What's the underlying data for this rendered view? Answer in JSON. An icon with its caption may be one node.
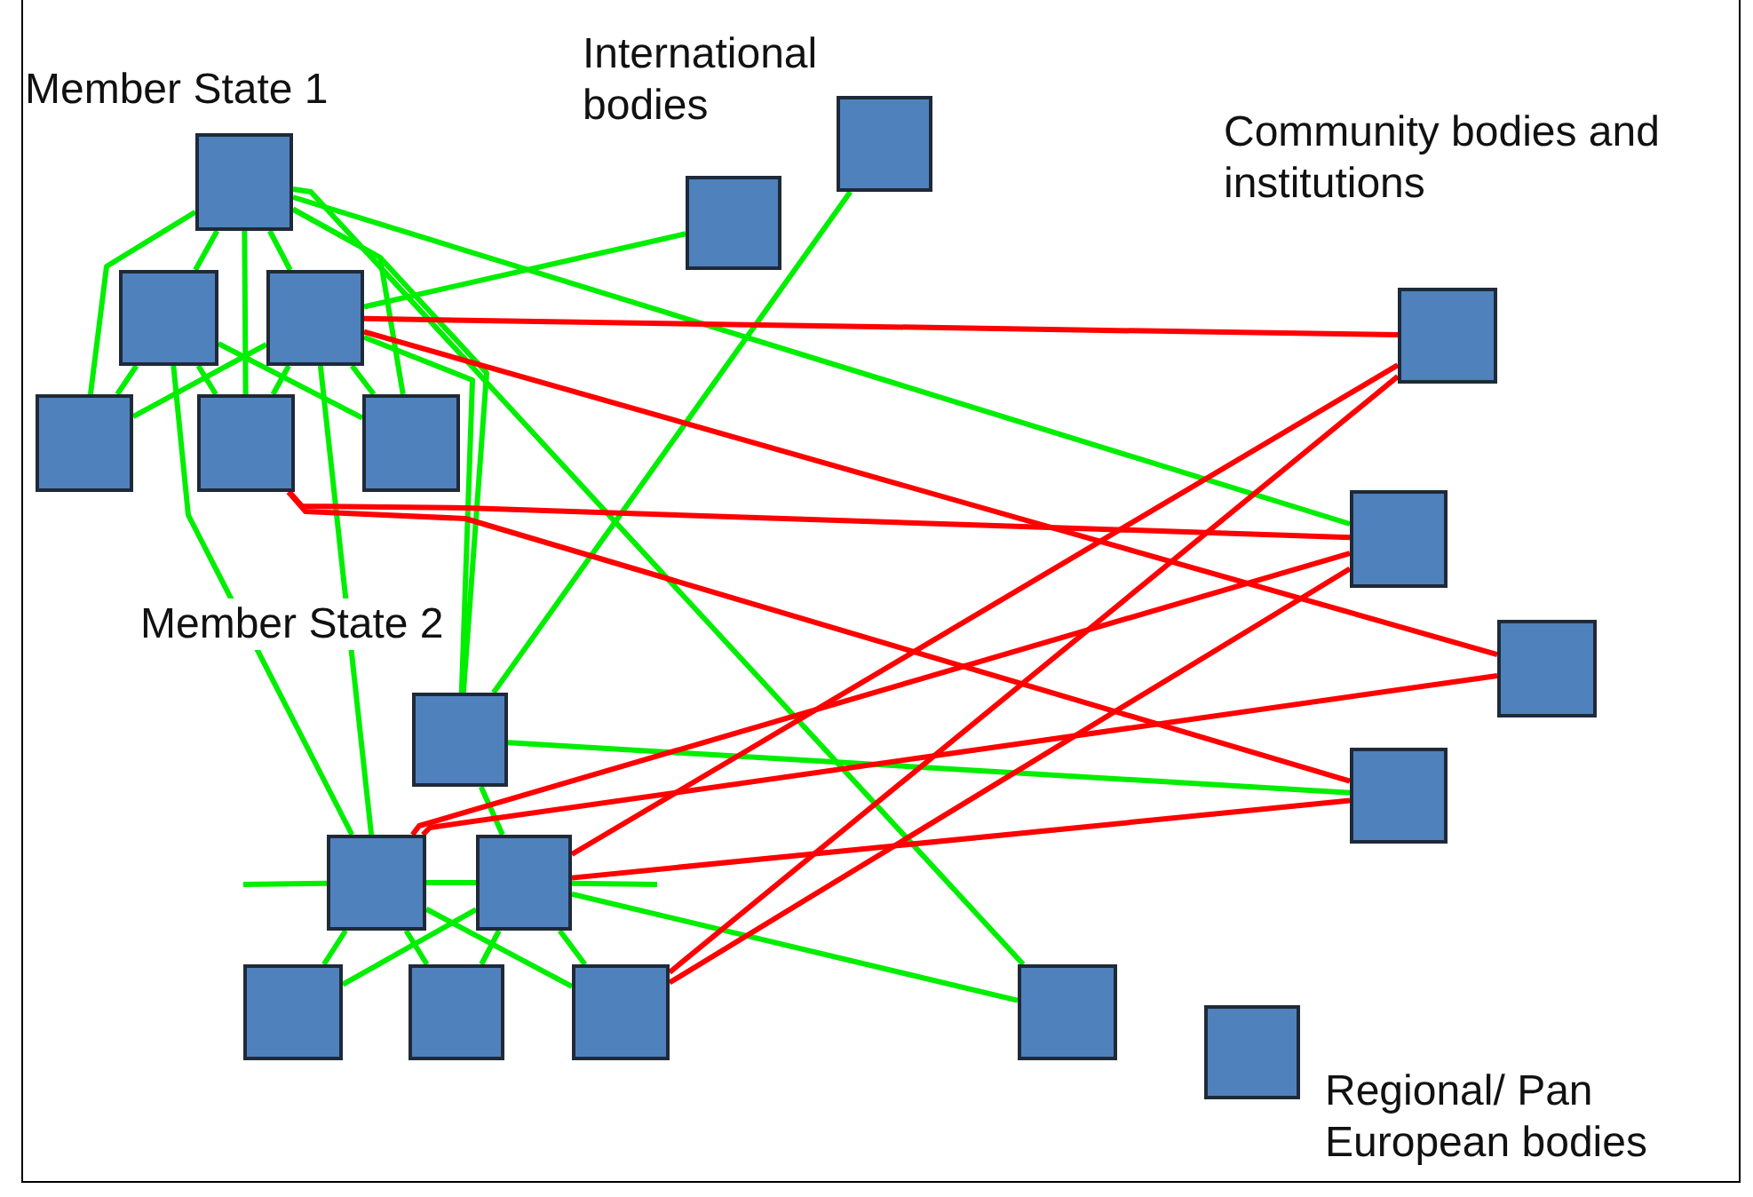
{
  "diagram": {
    "nodes": [
      {
        "text": [],
        "shape": "box"
      },
      {
        "text": [],
        "shape": "box"
      },
      {
        "text": [],
        "shape": "box"
      },
      {
        "text": [],
        "shape": "box"
      },
      {
        "text": [],
        "shape": "box"
      },
      {
        "text": [],
        "shape": "box"
      },
      {
        "text": [],
        "shape": "box"
      },
      {
        "text": [],
        "shape": "box"
      },
      {
        "text": [],
        "shape": "box"
      },
      {
        "text": [],
        "shape": "box"
      },
      {
        "text": [],
        "shape": "box"
      },
      {
        "text": [],
        "shape": "box"
      },
      {
        "text": [],
        "shape": "box"
      },
      {
        "text": [],
        "shape": "box"
      },
      {
        "text": [],
        "shape": "box"
      },
      {
        "text": [],
        "shape": "box"
      },
      {
        "text": [],
        "shape": "box"
      },
      {
        "text": [],
        "shape": "box"
      },
      {
        "text": [],
        "shape": "box"
      },
      {
        "text": [],
        "shape": "box"
      }
    ],
    "edges": [
      {
        "from": 0,
        "to": 1,
        "arrow": "none"
      },
      {
        "from": 0,
        "to": 3,
        "arrow": "none"
      },
      {
        "from": 0,
        "to": 4,
        "arrow": "none"
      },
      {
        "from": 0,
        "to": 2,
        "arrow": "none"
      },
      {
        "from": 0,
        "to": 5,
        "arrow": "none"
      },
      {
        "from": 1,
        "to": 3,
        "arrow": "none"
      },
      {
        "from": 1,
        "to": 4,
        "arrow": "none"
      },
      {
        "from": 1,
        "to": 5,
        "arrow": "none"
      },
      {
        "from": 2,
        "to": 3,
        "arrow": "none"
      },
      {
        "from": 2,
        "to": 4,
        "arrow": "none"
      },
      {
        "from": 2,
        "to": 5,
        "arrow": "none"
      },
      {
        "from": 0,
        "to": 9,
        "arrow": "none"
      },
      {
        "from": 0,
        "to": 18,
        "arrow": "none"
      },
      {
        "from": 2,
        "to": 6,
        "arrow": "none"
      },
      {
        "from": 1,
        "to": 13,
        "arrow": "none"
      },
      {
        "from": 2,
        "to": 13,
        "arrow": "none"
      },
      {
        "from": 0,
        "to": 12,
        "arrow": "none"
      },
      {
        "from": 2,
        "to": 12,
        "arrow": "none"
      },
      {
        "from": 7,
        "to": 12,
        "arrow": "none"
      },
      {
        "from": 2,
        "to": 8,
        "arrow": "none",
        "color": "#ff0000"
      },
      {
        "from": 2,
        "to": 10,
        "arrow": "none",
        "color": "#ff0000"
      },
      {
        "from": 4,
        "to": 9,
        "arrow": "none",
        "color": "#ff0000"
      },
      {
        "from": 4,
        "to": 11,
        "arrow": "none",
        "color": "#ff0000"
      },
      {
        "from": 12,
        "to": 11,
        "arrow": "none"
      },
      {
        "from": 12,
        "to": 14,
        "arrow": "none"
      },
      {
        "from": null,
        "to": 13,
        "arrow": "none"
      },
      {
        "from": 13,
        "to": 14,
        "arrow": "none"
      },
      {
        "from": 14,
        "to": null,
        "arrow": "none"
      },
      {
        "from": 13,
        "to": 9,
        "arrow": "none",
        "color": "#ff0000"
      },
      {
        "from": 13,
        "to": 10,
        "arrow": "none",
        "color": "#ff0000"
      },
      {
        "from": 14,
        "to": 8,
        "arrow": "none",
        "color": "#ff0000"
      },
      {
        "from": 14,
        "to": 11,
        "arrow": "none",
        "color": "#ff0000"
      },
      {
        "from": 14,
        "to": 18,
        "arrow": "none"
      },
      {
        "from": 13,
        "to": 15,
        "arrow": "none"
      },
      {
        "from": 13,
        "to": 16,
        "arrow": "none"
      },
      {
        "from": 13,
        "to": 17,
        "arrow": "none"
      },
      {
        "from": 14,
        "to": 15,
        "arrow": "none"
      },
      {
        "from": 14,
        "to": 16,
        "arrow": "none"
      },
      {
        "from": 14,
        "to": 17,
        "arrow": "none"
      },
      {
        "from": 17,
        "to": 8,
        "arrow": "none",
        "color": "#ff0000"
      },
      {
        "from": 17,
        "to": 9,
        "arrow": "none",
        "color": "#ff0000"
      }
    ],
    "labels": [
      "Member State 1",
      "International bodies",
      "Community bodies and institutions",
      "Member State 2",
      "Regional/ Pan European bodies"
    ]
  }
}
